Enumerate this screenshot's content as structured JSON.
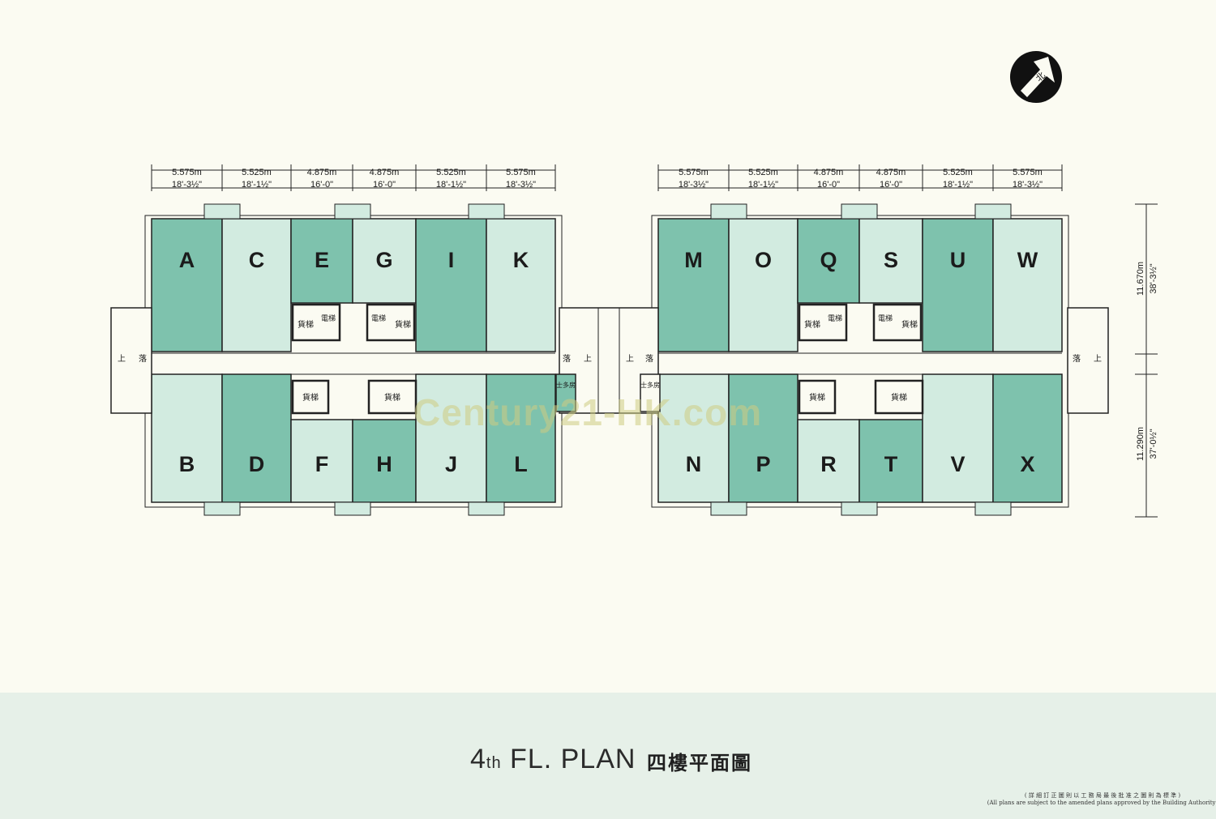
{
  "title": {
    "main": "4",
    "suffix": "th",
    "rest": " FL. PLAN",
    "chinese": "四樓平面圖"
  },
  "note": {
    "line1": "( 詳 細 訂 正 圖 則 以 工 務 局 最 後 批 准 之 圖 則 為 標 準 )",
    "line2": "(All plans are subject  to the amended plans approved by the Building Authority)"
  },
  "watermark": "Century21-HK.com",
  "north_label": "北",
  "dimensions": {
    "metric": [
      "5.575m",
      "5.525m",
      "4.875m",
      "4.875m",
      "5.525m",
      "5.575m"
    ],
    "imperial": [
      "18'-3½\"",
      "18'-1½\"",
      "16'-0\"",
      "16'-0\"",
      "18'-1½\"",
      "18'-3½\""
    ],
    "depth_top": {
      "metric": "11.670m",
      "imperial": "38'-3½\""
    },
    "depth_bottom": {
      "metric": "11.290m",
      "imperial": "37'-0½\""
    }
  },
  "units": {
    "left_top": [
      "A",
      "C",
      "E",
      "G",
      "I",
      "K"
    ],
    "left_bottom": [
      "B",
      "D",
      "F",
      "H",
      "J",
      "L"
    ],
    "right_top": [
      "M",
      "O",
      "Q",
      "S",
      "U",
      "W"
    ],
    "right_bottom": [
      "N",
      "P",
      "R",
      "T",
      "V",
      "X"
    ]
  },
  "labels": {
    "cargo_lift": "貨梯",
    "lift": "電梯",
    "up": "上",
    "down": "落",
    "store": "士多房"
  },
  "colors": {
    "dark_unit": "#7ec2ad",
    "light_unit": "#d2ebe0",
    "line": "#222222"
  }
}
